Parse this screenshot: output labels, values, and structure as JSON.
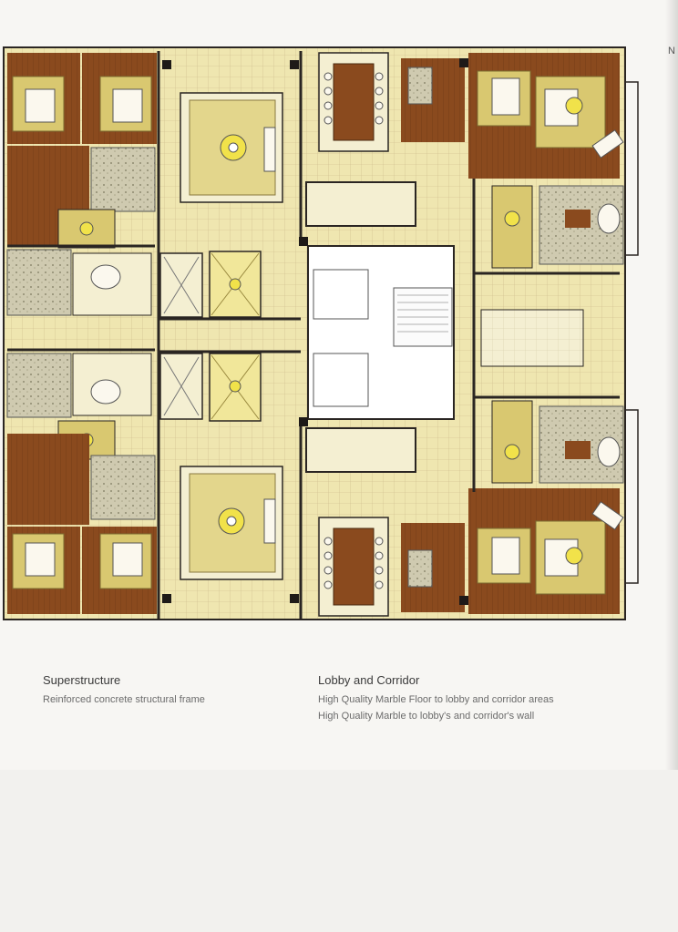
{
  "page": {
    "corner_mark": "N"
  },
  "captions": [
    {
      "title": "Superstructure",
      "lines": [
        "Reinforced concrete structural frame"
      ]
    },
    {
      "title": "Lobby and Corridor",
      "lines": [
        "High Quality Marble Floor to lobby and corridor areas",
        "High Quality Marble to lobby's and corridor's wall"
      ]
    }
  ],
  "colors": {
    "floor_tile": "#efe6b0",
    "wood": "#8a4a1e",
    "carpet_gold": "#d9c870",
    "wall": "#2a2522",
    "bath_stone": "#c8c4a8",
    "core_white": "#ffffff",
    "accent_yellow": "#f1e24a"
  }
}
